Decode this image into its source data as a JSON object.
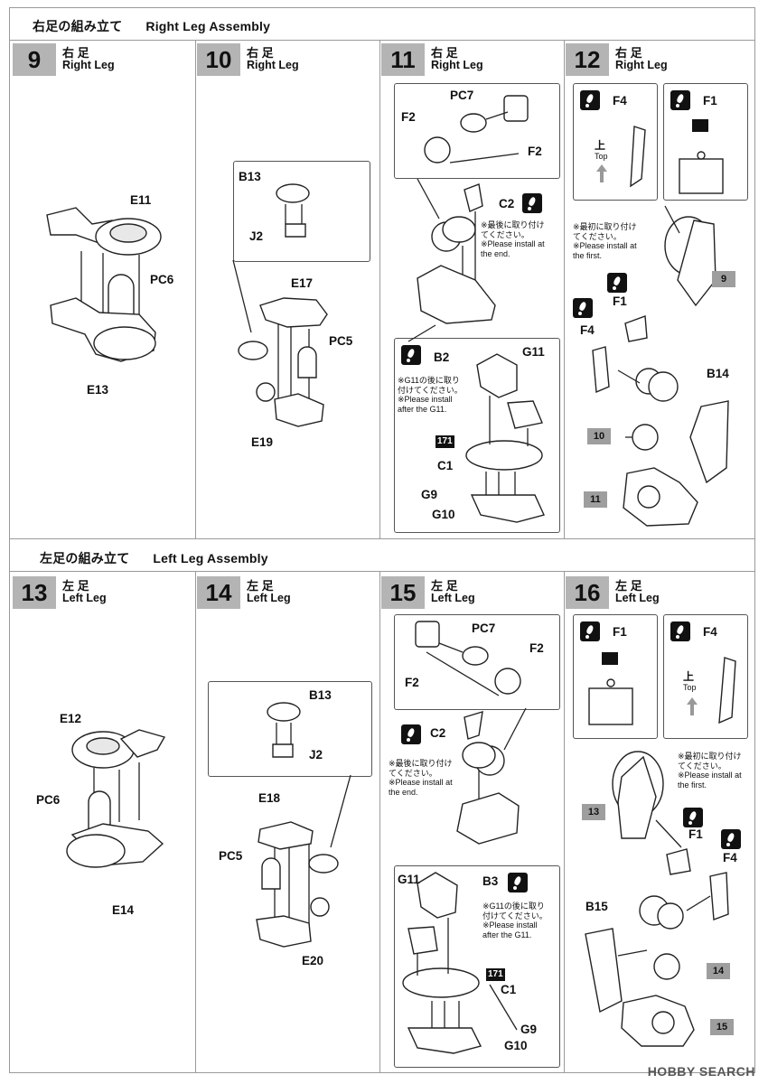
{
  "sections": {
    "right": {
      "jp": "右足の組み立て",
      "en": "Right Leg Assembly"
    },
    "left": {
      "jp": "左足の組み立て",
      "en": "Left Leg Assembly"
    }
  },
  "steps": {
    "s9": {
      "num": "9",
      "jp": "右 足",
      "en": "Right Leg",
      "parts": [
        "E11",
        "PC6",
        "E13"
      ]
    },
    "s10": {
      "num": "10",
      "jp": "右 足",
      "en": "Right Leg",
      "parts": [
        "B13",
        "J2",
        "E17",
        "PC5",
        "E19"
      ]
    },
    "s11": {
      "num": "11",
      "jp": "右 足",
      "en": "Right Leg",
      "parts": [
        "PC7",
        "F2",
        "F2",
        "C2",
        "B2",
        "G11",
        "C1",
        "G9",
        "G10"
      ],
      "tag": "171"
    },
    "s12": {
      "num": "12",
      "jp": "右 足",
      "en": "Right Leg",
      "parts": [
        "F4",
        "F1",
        "F1",
        "F4",
        "B14"
      ],
      "refs": [
        "9",
        "10",
        "11"
      ]
    },
    "s13": {
      "num": "13",
      "jp": "左 足",
      "en": "Left Leg",
      "parts": [
        "E12",
        "PC6",
        "E14"
      ]
    },
    "s14": {
      "num": "14",
      "jp": "左 足",
      "en": "Left Leg",
      "parts": [
        "B13",
        "J2",
        "E18",
        "PC5",
        "E20"
      ]
    },
    "s15": {
      "num": "15",
      "jp": "左 足",
      "en": "Left Leg",
      "parts": [
        "PC7",
        "F2",
        "F2",
        "C2",
        "G11",
        "B3",
        "C1",
        "G9",
        "G10"
      ],
      "tag": "171"
    },
    "s16": {
      "num": "16",
      "jp": "左 足",
      "en": "Left Leg",
      "parts": [
        "F1",
        "F4",
        "F1",
        "F4",
        "B15"
      ],
      "refs": [
        "13",
        "14",
        "15"
      ]
    }
  },
  "notes": {
    "install_end_jp1": "※最後に取り付け",
    "install_end_jp2": "てください。",
    "install_end_en1": "※Please install at",
    "install_end_en2": "the end.",
    "install_first_jp1": "※最初に取り付け",
    "install_first_jp2": "てください。",
    "install_first_en1": "※Please install at",
    "install_first_en2": "the first.",
    "after_g11_jp1": "※G11の後に取り",
    "after_g11_jp2": "付けてください。",
    "after_g11_en1": "※Please install",
    "after_g11_en2": "after the G11.",
    "top_jp": "上",
    "top_en": "Top"
  },
  "watermark": "HOBBY SEARCH"
}
